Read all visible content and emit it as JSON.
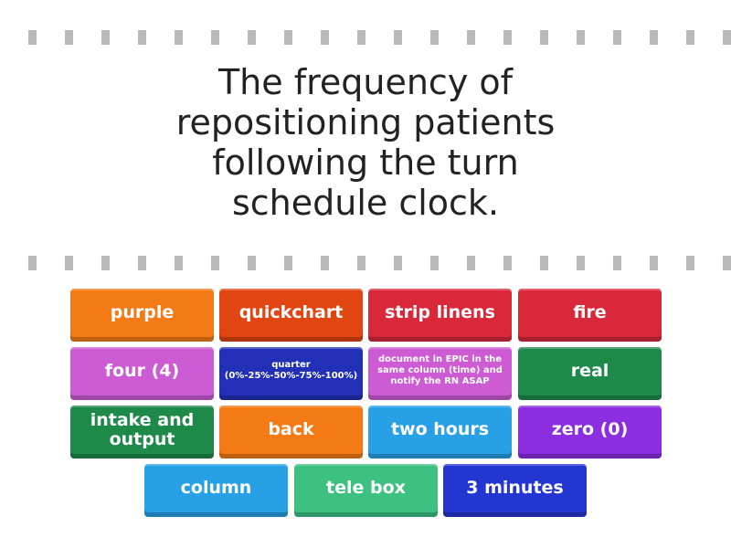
{
  "question": "The frequency of repositioning patients following the turn schedule clock.",
  "colors": {
    "orange": "#f47a16",
    "red_orange": "#e04512",
    "red": "#d8283a",
    "magenta": "#cc5bd4",
    "navy": "#2230b8",
    "green": "#1e8a4a",
    "sky_blue": "#27a0e6",
    "violet": "#8a2ee0",
    "light_green": "#3cc181",
    "blue": "#2436d2",
    "dash": "#b9b9b9"
  },
  "tiles": [
    {
      "label": "purple",
      "color": "orange"
    },
    {
      "label": "quickchart",
      "color": "red_orange"
    },
    {
      "label": "strip linens",
      "color": "red"
    },
    {
      "label": "fire",
      "color": "red"
    },
    {
      "label": "four (4)",
      "color": "magenta"
    },
    {
      "label": "quarter (0%-25%-50%-75%-100%)",
      "color": "navy"
    },
    {
      "label": "document in EPIC in the same column (time) and notify the RN ASAP",
      "color": "magenta"
    },
    {
      "label": "real",
      "color": "green"
    },
    {
      "label": "intake and output",
      "color": "green"
    },
    {
      "label": "back",
      "color": "orange"
    },
    {
      "label": "two hours",
      "color": "sky_blue"
    },
    {
      "label": "zero (0)",
      "color": "violet"
    },
    {
      "label": "column",
      "color": "sky_blue"
    },
    {
      "label": "tele box",
      "color": "light_green"
    },
    {
      "label": "3 minutes",
      "color": "blue"
    }
  ]
}
